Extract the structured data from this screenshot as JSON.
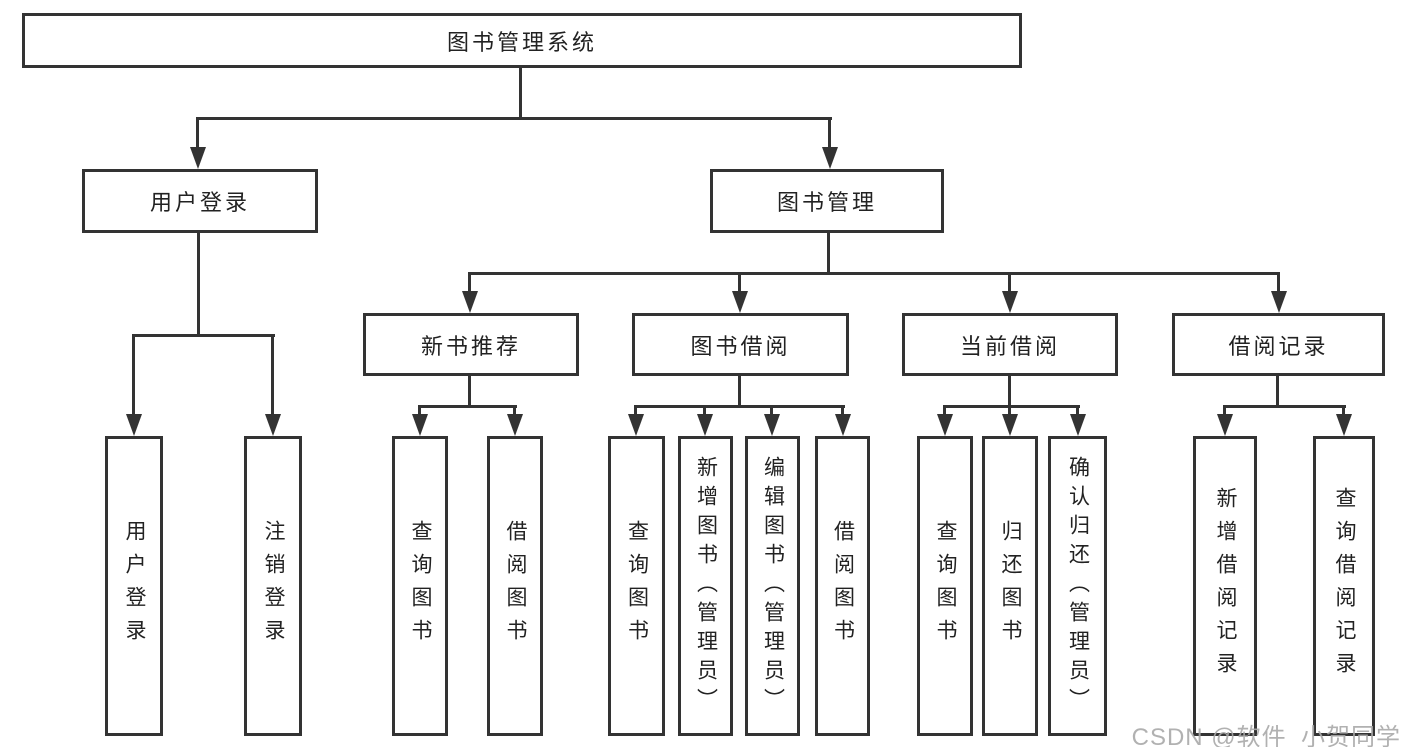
{
  "tree": {
    "root": {
      "label": "图书管理系统"
    },
    "children": [
      {
        "label": "用户登录",
        "children": [
          {
            "label": "用户登录"
          },
          {
            "label": "注销登录"
          }
        ]
      },
      {
        "label": "图书管理",
        "children": [
          {
            "label": "新书推荐",
            "children": [
              {
                "label": "查询图书"
              },
              {
                "label": "借阅图书"
              }
            ]
          },
          {
            "label": "图书借阅",
            "children": [
              {
                "label": "查询图书"
              },
              {
                "label": "新增图书（管理员）"
              },
              {
                "label": "编辑图书（管理员）"
              },
              {
                "label": "借阅图书"
              }
            ]
          },
          {
            "label": "当前借阅",
            "children": [
              {
                "label": "查询图书"
              },
              {
                "label": "归还图书"
              },
              {
                "label": "确认归还（管理员）"
              }
            ]
          },
          {
            "label": "借阅记录",
            "children": [
              {
                "label": "新增借阅记录"
              },
              {
                "label": "查询借阅记录"
              }
            ]
          }
        ]
      }
    ]
  },
  "watermark": {
    "text": "CSDN @软件_小贺同学"
  },
  "colors": {
    "line": "#333333",
    "text": "#222222",
    "background": "#ffffff",
    "watermark": "#a9a9a9"
  }
}
